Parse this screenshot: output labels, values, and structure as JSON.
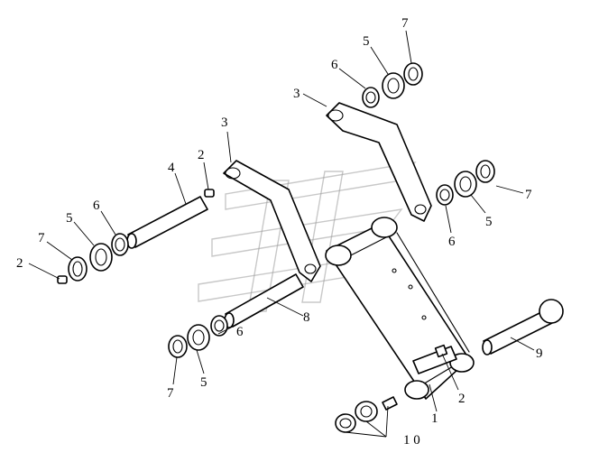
{
  "diagram": {
    "labels": [
      {
        "id": "c1",
        "text": "1"
      },
      {
        "id": "c2a",
        "text": "2"
      },
      {
        "id": "c2b",
        "text": "2"
      },
      {
        "id": "c2c",
        "text": "2"
      },
      {
        "id": "c3a",
        "text": "3"
      },
      {
        "id": "c3b",
        "text": "3"
      },
      {
        "id": "c4",
        "text": "4"
      },
      {
        "id": "c5a",
        "text": "5"
      },
      {
        "id": "c5b",
        "text": "5"
      },
      {
        "id": "c5c",
        "text": "5"
      },
      {
        "id": "c5d",
        "text": "5"
      },
      {
        "id": "c6a",
        "text": "6"
      },
      {
        "id": "c6b",
        "text": "6"
      },
      {
        "id": "c6c",
        "text": "6"
      },
      {
        "id": "c6d",
        "text": "6"
      },
      {
        "id": "c7a",
        "text": "7"
      },
      {
        "id": "c7b",
        "text": "7"
      },
      {
        "id": "c7c",
        "text": "7"
      },
      {
        "id": "c7d",
        "text": "7"
      },
      {
        "id": "c8",
        "text": "8"
      },
      {
        "id": "c9",
        "text": "9"
      },
      {
        "id": "c10",
        "text": "1 0"
      }
    ]
  }
}
